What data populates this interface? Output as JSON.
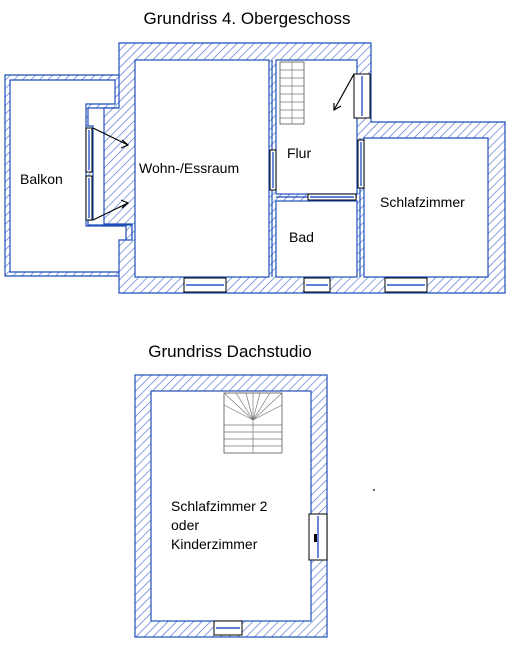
{
  "plans": [
    {
      "title": "Grundriss 4. Obergeschoss",
      "rooms": {
        "balkon": "Balkon",
        "wohnraum": "Wohn-/Essraum",
        "flur": "Flur",
        "schlafzimmer": "Schlafzimmer",
        "bad": "Bad"
      }
    },
    {
      "title": "Grundriss Dachstudio",
      "rooms": {
        "schlafzimmer2_line1": "Schlafzimmer 2",
        "schlafzimmer2_line2": "oder",
        "schlafzimmer2_line3": "Kinderzimmer"
      }
    }
  ],
  "colors": {
    "wall_outline": "#1e4fb8",
    "hatch": "#4a6fd0"
  }
}
